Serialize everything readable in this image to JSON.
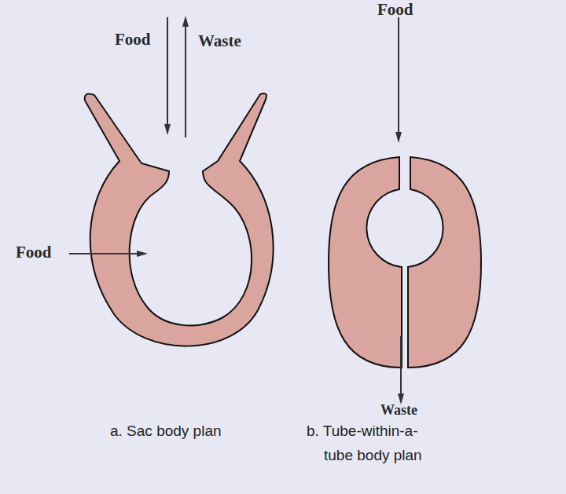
{
  "diagram": {
    "labels": [
      "Food",
      "Waste",
      "Food",
      "Food",
      "Waste",
      "a. Sac body plan",
      "b. Tube-within-a-tube body plan"
    ]
  }
}
